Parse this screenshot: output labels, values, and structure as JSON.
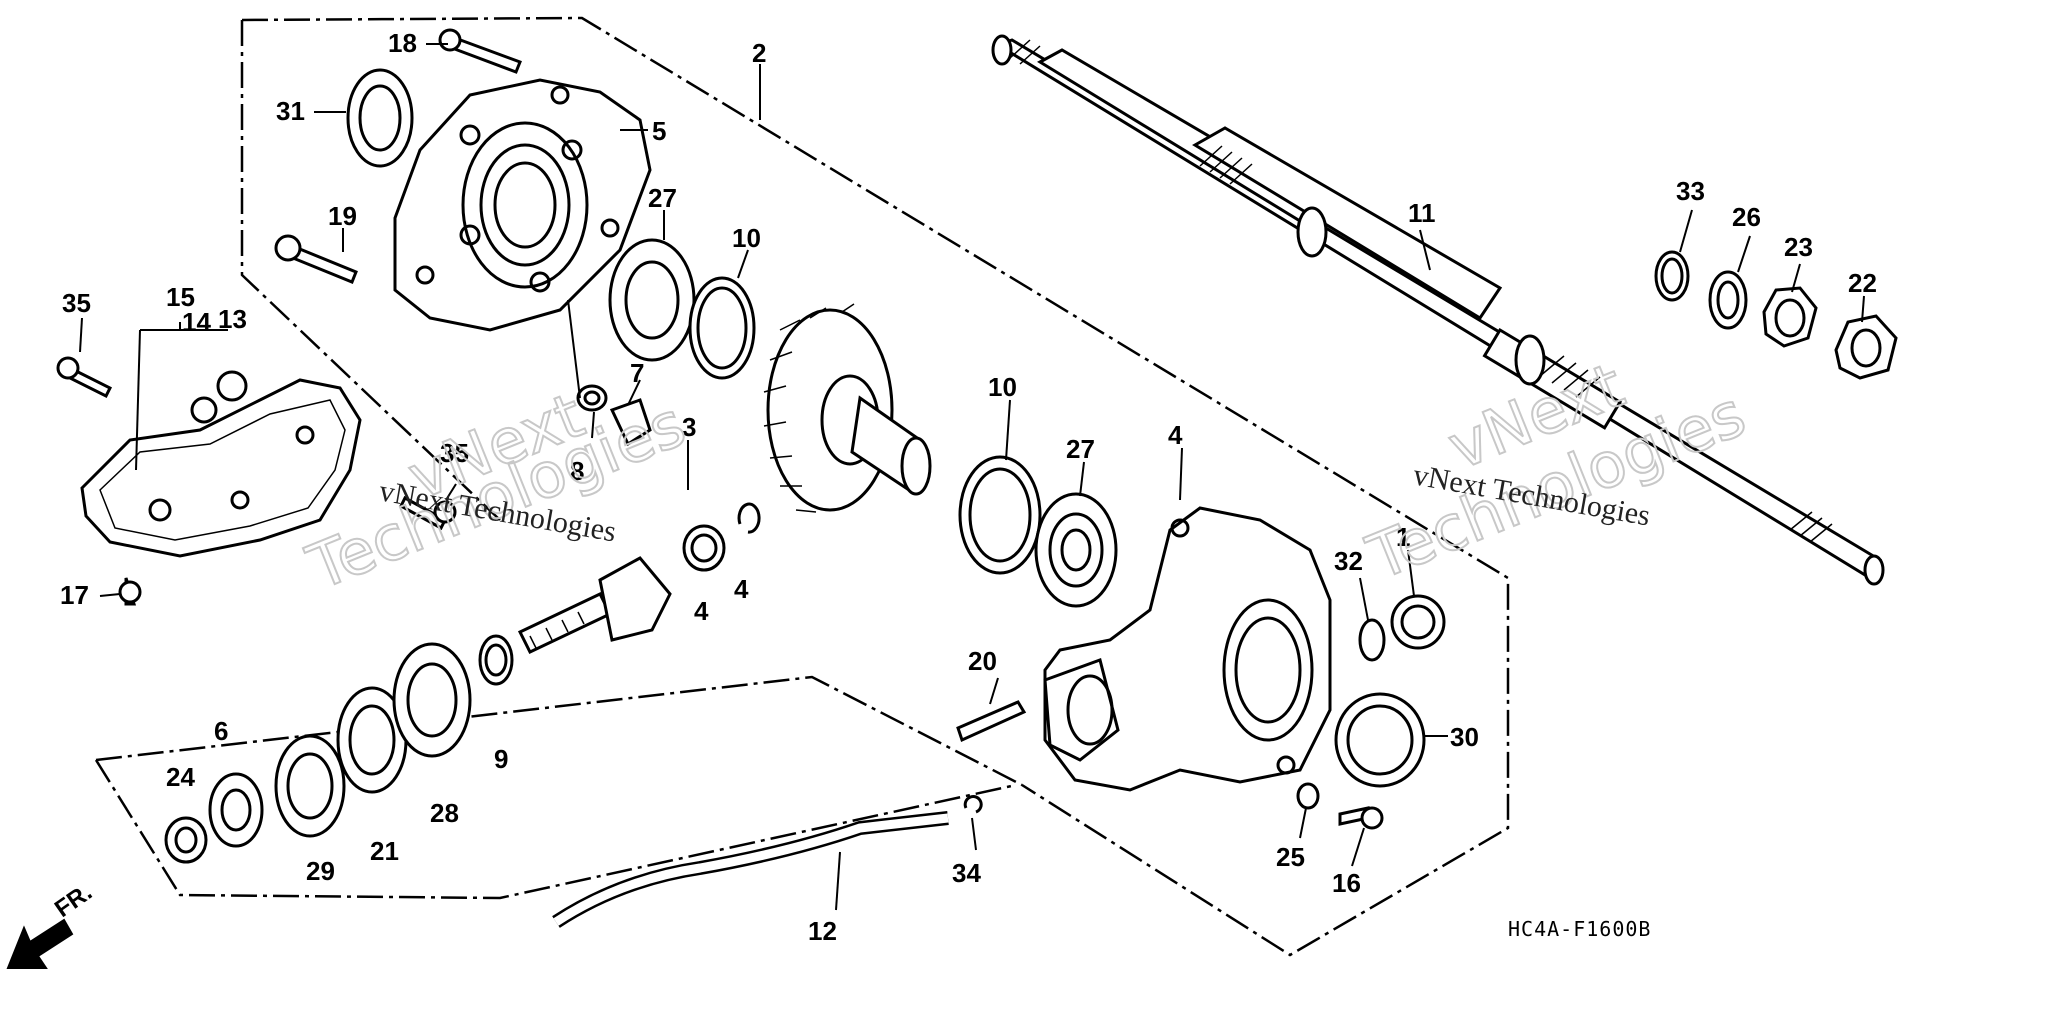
{
  "diagram_code": "HC4A-F1600B",
  "watermark": {
    "small_text": "vNext Technologies",
    "big_line_1": "vNext",
    "big_line_2": "Technologies"
  },
  "direction_label": "FR.",
  "callouts": {
    "c1": "1",
    "c2": "2",
    "c3": "3",
    "c4a": "4",
    "c4b": "4",
    "c4c": "4",
    "c5": "5",
    "c6": "6",
    "c7": "7",
    "c8": "8",
    "c9": "9",
    "c10a": "10",
    "c10b": "10",
    "c11": "11",
    "c12": "12",
    "c13": "13",
    "c14": "14",
    "c15": "15",
    "c16": "16",
    "c17": "17",
    "c18": "18",
    "c19": "19",
    "c20": "20",
    "c21": "21",
    "c22": "22",
    "c23": "23",
    "c24": "24",
    "c25": "25",
    "c26": "26",
    "c27a": "27",
    "c27b": "27",
    "c28": "28",
    "c29": "29",
    "c30": "30",
    "c31": "31",
    "c32": "32",
    "c33": "33",
    "c34": "34",
    "c35a": "35",
    "c35b": "35"
  }
}
